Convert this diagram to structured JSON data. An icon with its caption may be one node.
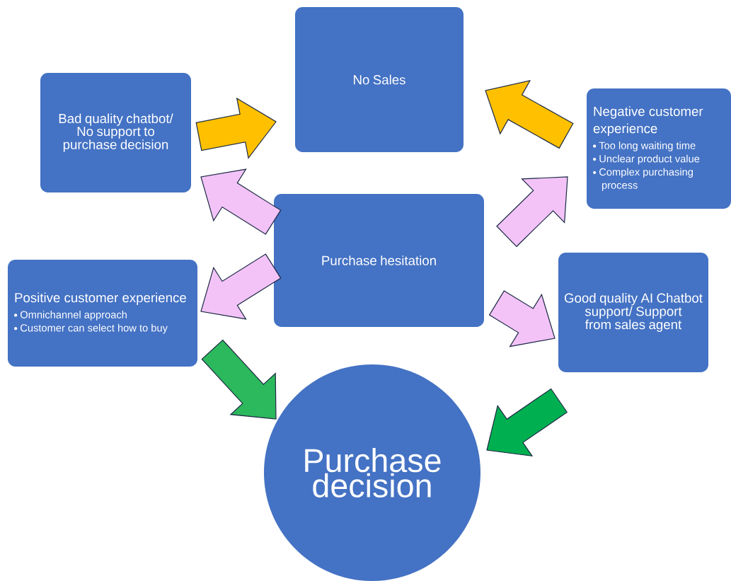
{
  "diagram": {
    "nodes": [
      {
        "text": [
          "No Sales"
        ]
      },
      {
        "text": [
          "Bad quality chatbot/ No support to purchase decision"
        ]
      },
      {
        "text": [
          "Negative customer experience",
          "Too long waiting time",
          "Unclear product value",
          "Complex purchasing process"
        ]
      },
      {
        "text": [
          "Purchase hesitation"
        ]
      },
      {
        "text": [
          "Positive customer experience",
          "Omnichannel approach",
          "Customer can select how to buy"
        ]
      },
      {
        "text": [
          "Good quality AI Chatbot support/ Support from sales agent"
        ]
      },
      {
        "text": [
          "Purchase decision"
        ]
      }
    ],
    "edges": [
      {
        "from": 1,
        "to": 0,
        "arrow": "to",
        "color": "#ffc000"
      },
      {
        "from": 2,
        "to": 0,
        "arrow": "to",
        "color": "#ffc000"
      },
      {
        "from": 3,
        "to": 1,
        "arrow": "to"
      },
      {
        "from": 3,
        "to": 2,
        "arrow": "to"
      },
      {
        "from": 3,
        "to": 4,
        "arrow": "to"
      },
      {
        "from": 3,
        "to": 5,
        "arrow": "to"
      },
      {
        "from": 4,
        "to": 6,
        "arrow": "to",
        "color": "#2cb85c"
      },
      {
        "from": 5,
        "to": 6,
        "arrow": "to",
        "color": "#00b050"
      }
    ]
  }
}
